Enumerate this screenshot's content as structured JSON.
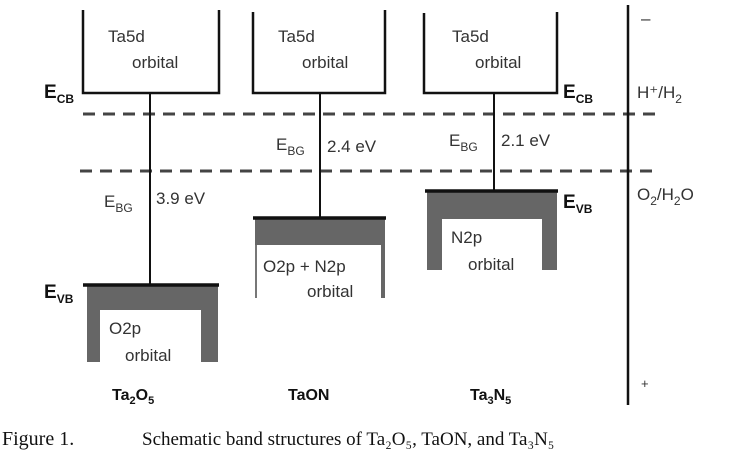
{
  "materials": [
    {
      "name": "Ta2O5",
      "name_main": "Ta",
      "sub1": "2",
      "mid": "O",
      "sub2": "5",
      "cb_label": [
        "Ta5d",
        "orbital"
      ],
      "vb_label": [
        "O2p",
        "orbital"
      ],
      "bandgap": "3.9 eV"
    },
    {
      "name": "TaON",
      "cb_label": [
        "Ta5d",
        "orbital"
      ],
      "vb_label": [
        "O2p + N2p",
        "orbital"
      ],
      "bandgap": "2.4 eV"
    },
    {
      "name": "Ta3N5",
      "name_main": "Ta",
      "sub1": "3",
      "mid": "N",
      "sub2": "5",
      "cb_label": [
        "Ta5d",
        "orbital"
      ],
      "vb_label": [
        "N2p",
        "orbital"
      ],
      "bandgap": "2.1 eV"
    }
  ],
  "labels": {
    "E": "E",
    "cb_sub": "CB",
    "vb_sub": "VB",
    "bg_sub": "BG",
    "minus": "–",
    "plus": "+",
    "h_pair": "H⁺/H",
    "h_sub": "2",
    "o_pair_a": "O",
    "o_sub1": "2",
    "o_pair_b": "/H",
    "o_sub2": "2",
    "o_pair_c": "O"
  },
  "caption": {
    "figure": "Figure 1.",
    "text": "Schematic band structures of Ta₂O₅, TaON, and Ta₃N₅"
  },
  "colors": {
    "band": "#666666",
    "line": "#111111",
    "dash": "#444444"
  }
}
